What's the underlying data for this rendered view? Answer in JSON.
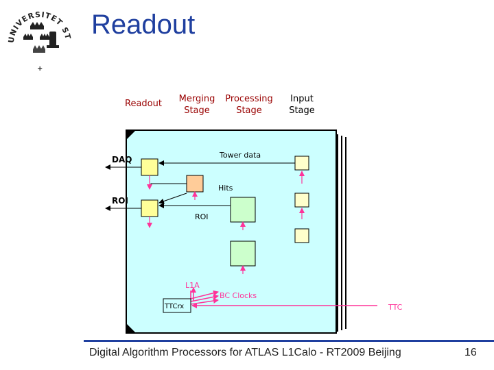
{
  "slide": {
    "title": "Readout",
    "footer": "Digital Algorithm Processors for ATLAS L1Calo - RT2009 Beijing",
    "page_number": "16"
  },
  "logo": {
    "text": "UNIVERSITET STOCKHOLMS"
  },
  "columns": {
    "readout": "Readout",
    "merging_line1": "Merging",
    "merging_line2": "Stage",
    "processing_line1": "Processing",
    "processing_line2": "Stage",
    "input_line1": "Input",
    "input_line2": "Stage"
  },
  "diagram": {
    "daq_label": "DAQ",
    "roi_out_label": "ROI",
    "tower_data_label": "Tower data",
    "hits_label": "Hits",
    "roi_label": "ROI",
    "l1a_label": "L1A",
    "bc_clocks_label": "BC Clocks",
    "ttcrx_label": "TTCrx",
    "ttc_label": "TTC"
  },
  "colors": {
    "title": "#1f3f9f",
    "board": "#ccffff",
    "merger_chip": "#ffcc99",
    "processor_chip": "#ccffcc",
    "input_chip": "#ffffcc",
    "signal_line": "#ff3399",
    "column_header": "#990000"
  }
}
